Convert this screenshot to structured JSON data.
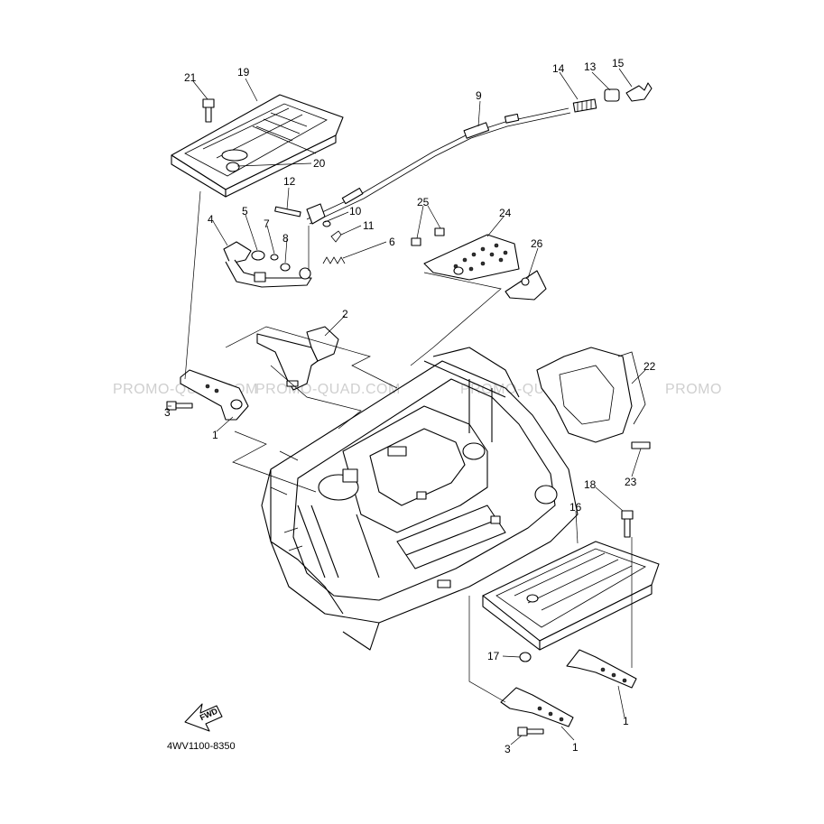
{
  "watermarks": [
    "PROMO-QUAD.COM",
    "PROMO-QUAD.COM",
    "PROMO-QUAD.COM",
    "PROMO"
  ],
  "diagram_code": "4WV1100-8350",
  "fwd_label": "FWD",
  "callouts": {
    "c1a": "1",
    "c1b": "1",
    "c1c": "1",
    "c2": "2",
    "c3a": "3",
    "c3b": "3",
    "c4": "4",
    "c5": "5",
    "c6": "6",
    "c7": "7",
    "c8": "8",
    "c9": "9",
    "c10": "10",
    "c11": "11",
    "c12": "12",
    "c13": "13",
    "c14": "14",
    "c15": "15",
    "c16": "16",
    "c17": "17",
    "c18": "18",
    "c19": "19",
    "c20": "20",
    "c21": "21",
    "c22": "22",
    "c23": "23",
    "c24": "24",
    "c25": "25",
    "c26": "26"
  }
}
